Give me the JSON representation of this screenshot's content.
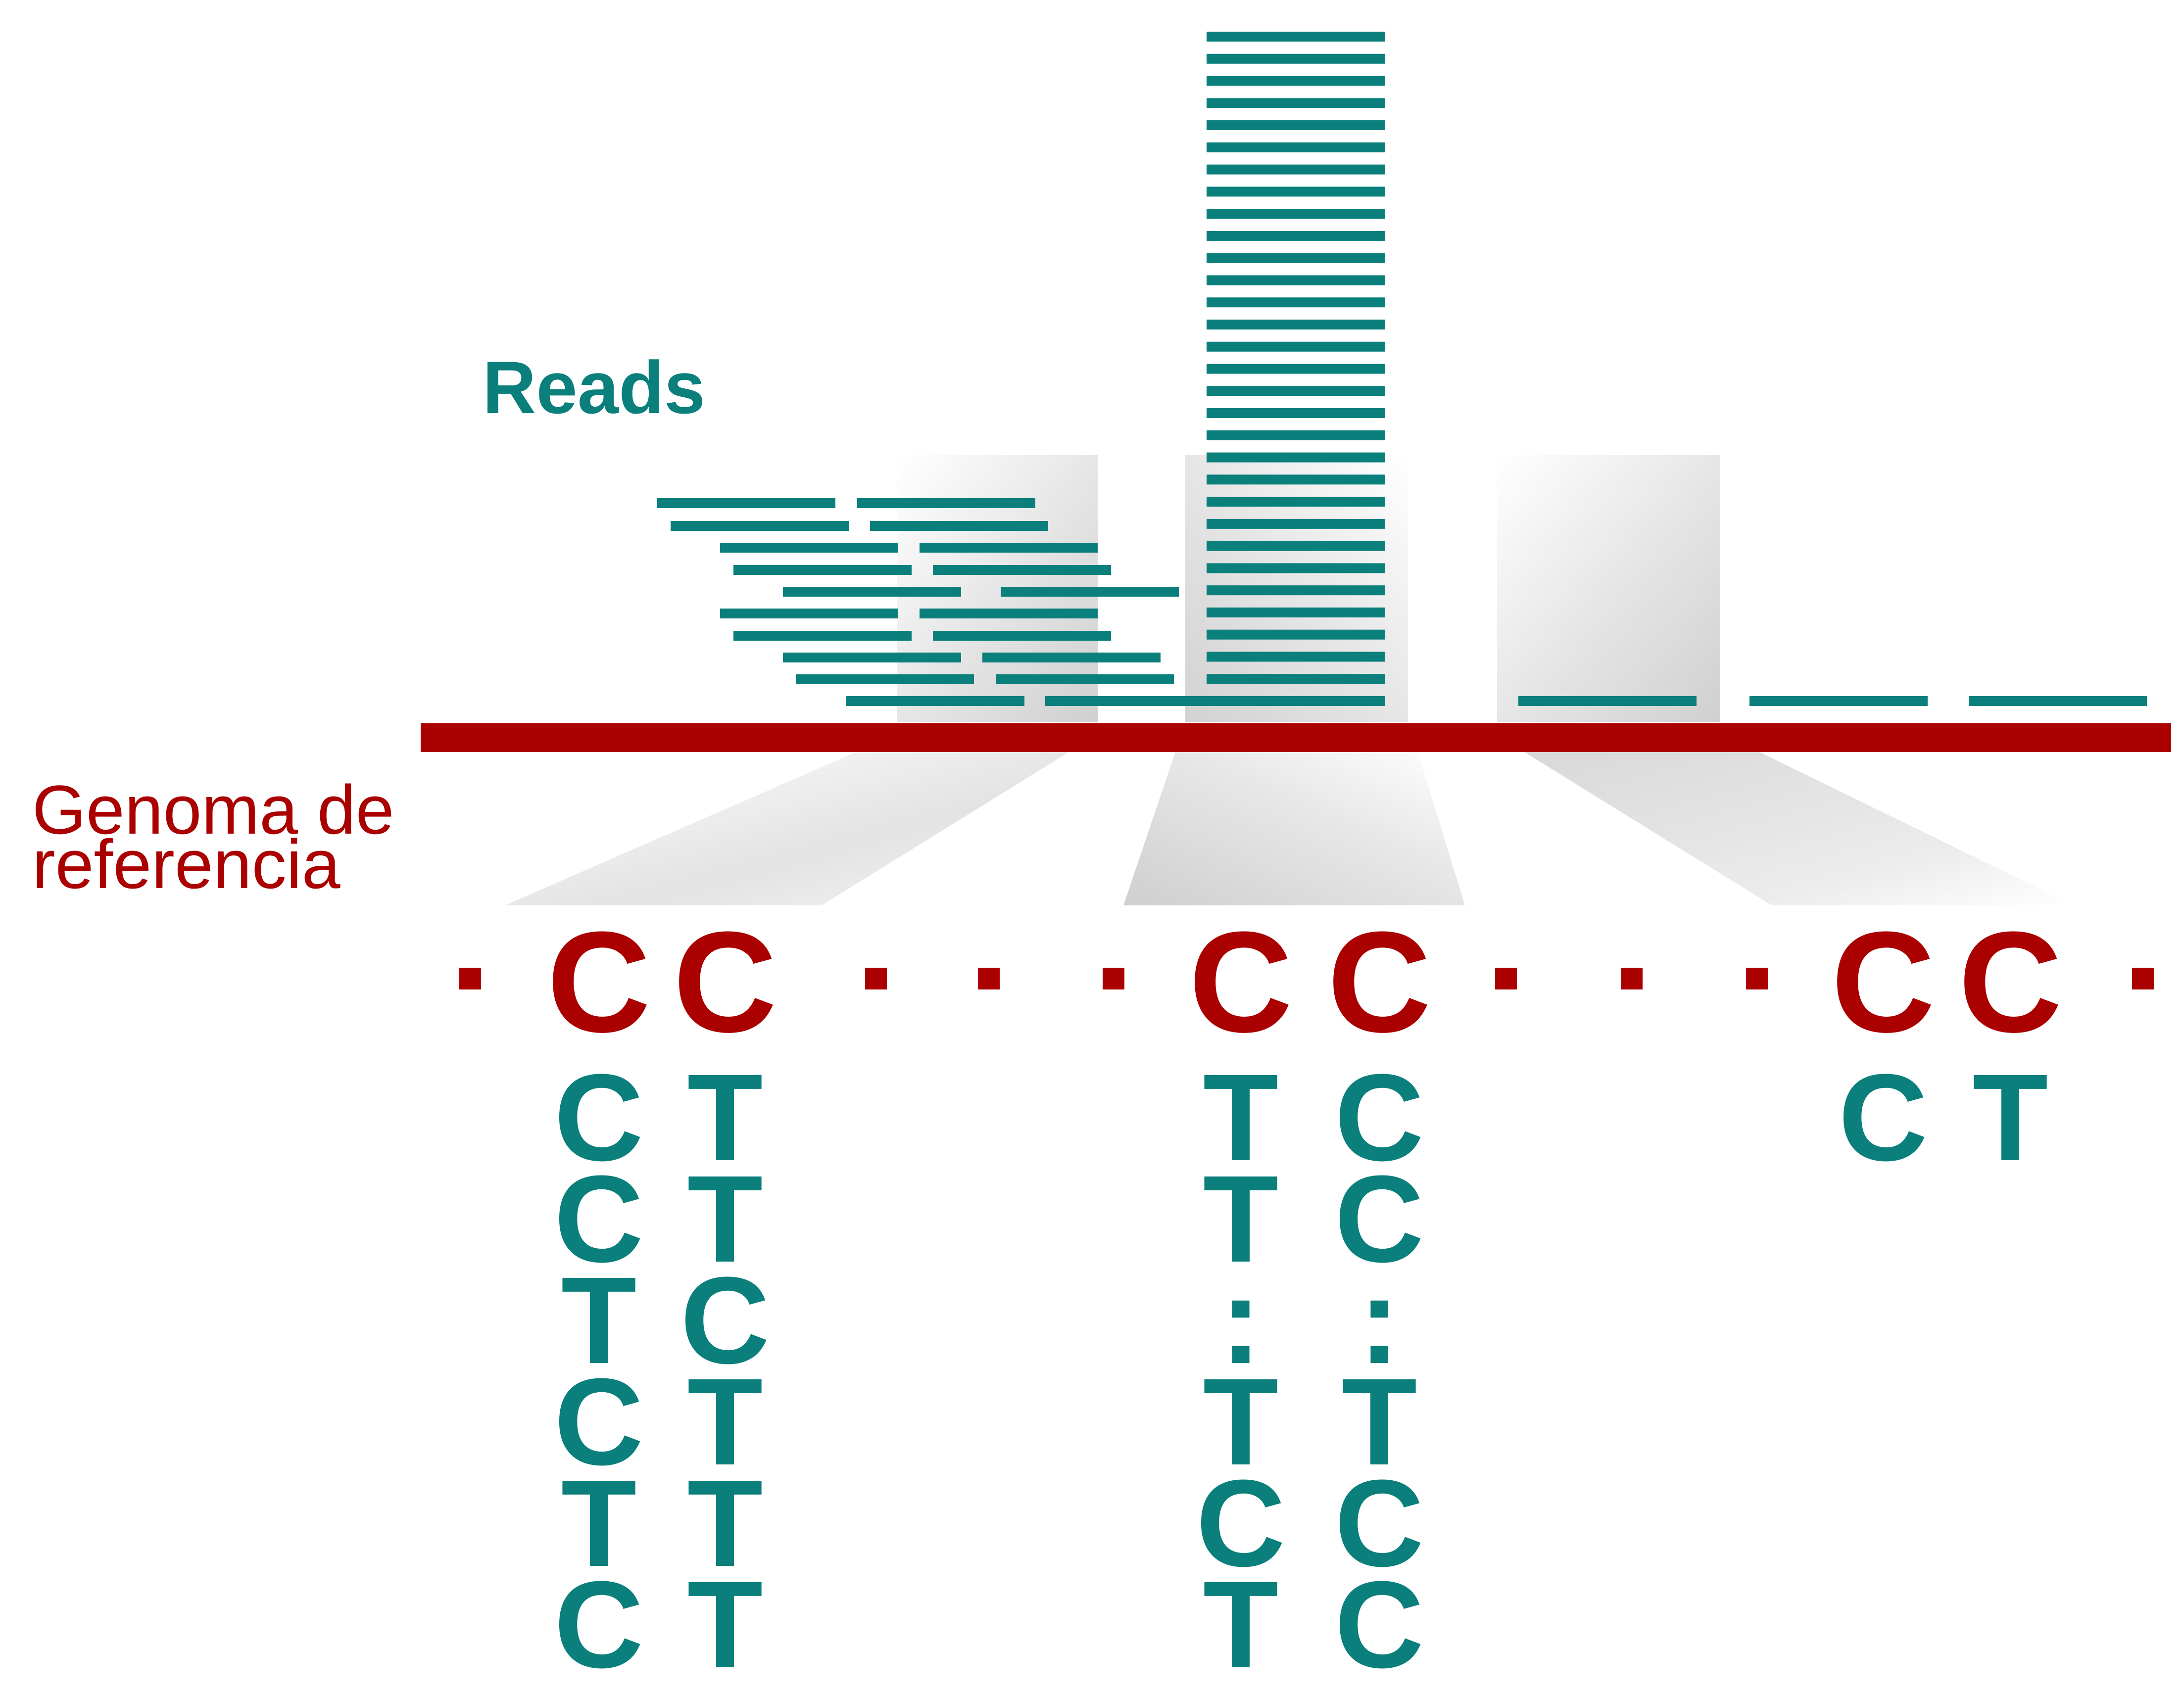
{
  "colors": {
    "read": "#0a7f7c",
    "genome": "#aa0000",
    "background": "#ffffff",
    "shade": "#d6d6d6"
  },
  "labels": {
    "reads": "Reads",
    "genome_line1": "Genoma de",
    "genome_line2": "referencia"
  },
  "reference_sites": [
    {
      "ref": [
        "C",
        "C"
      ],
      "reads": [
        [
          "C",
          "T"
        ],
        [
          "C",
          "T"
        ],
        [
          "T",
          "C"
        ],
        [
          "C",
          "T"
        ],
        [
          "T",
          "T"
        ],
        [
          "C",
          "T"
        ]
      ]
    },
    {
      "ref": [
        "C",
        "C"
      ],
      "reads": [
        [
          "T",
          "C"
        ],
        [
          "T",
          "C"
        ],
        [
          ":",
          ":"
        ],
        [
          "T",
          "T"
        ],
        [
          "C",
          "C"
        ],
        [
          "T",
          "C"
        ]
      ]
    },
    {
      "ref": [
        "C",
        "C"
      ],
      "reads": [
        [
          "C",
          "T"
        ]
      ]
    }
  ]
}
